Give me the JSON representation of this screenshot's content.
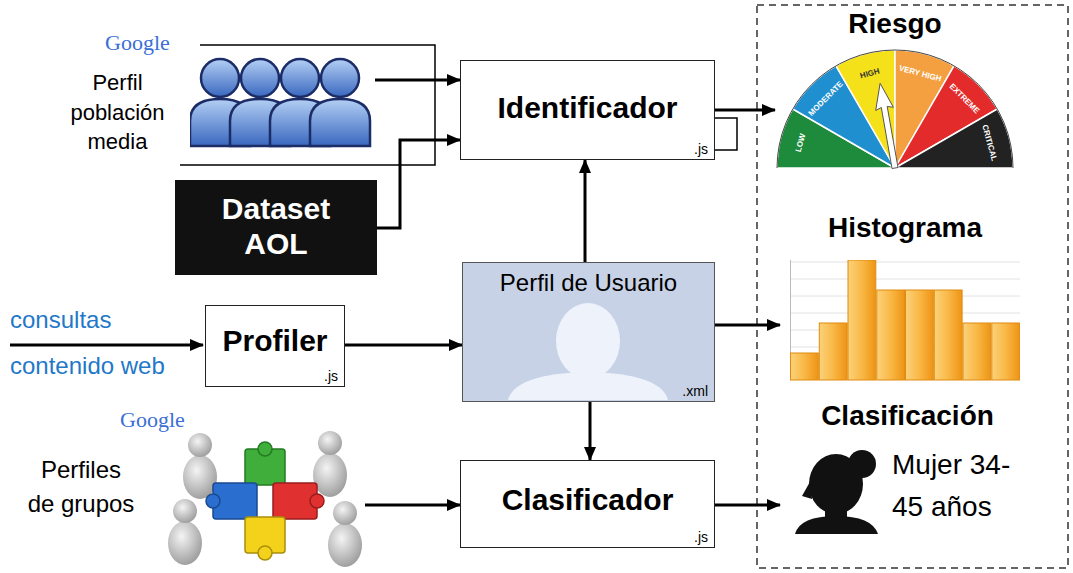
{
  "diagram": {
    "nodes": [
      {
        "text": [
          "Google",
          "Perfil población media"
        ]
      },
      {
        "text": [
          "Identificador",
          ".js"
        ]
      },
      {
        "text": [
          "Riesgo"
        ]
      },
      {
        "text": [
          "Dataset AOL"
        ]
      },
      {
        "text": [
          "Histograma"
        ]
      },
      {
        "text": [
          "Profiler",
          ".js"
        ]
      },
      {
        "text": [
          "Perfil de Usuario",
          ".xml"
        ]
      },
      {
        "text": [
          "Clasificación",
          "Mujer 34-45 años"
        ]
      },
      {
        "text": [
          "Google",
          "Perfiles de grupos"
        ]
      },
      {
        "text": [
          "Clasificador",
          ".js"
        ]
      }
    ],
    "edges": [
      {
        "from": 0,
        "to": 1,
        "arrow": "to"
      },
      {
        "from": 3,
        "to": 1,
        "arrow": "to"
      },
      {
        "from": 1,
        "to": 2,
        "arrow": "to"
      },
      {
        "from": 5,
        "to": 6,
        "arrow": "to"
      },
      {
        "from": 6,
        "to": 1,
        "arrow": "to"
      },
      {
        "from": 6,
        "to": 4,
        "arrow": "to"
      },
      {
        "from": 6,
        "to": 9,
        "arrow": "to"
      },
      {
        "from": 8,
        "to": 9,
        "arrow": "to"
      },
      {
        "from": 9,
        "to": 7,
        "arrow": "to"
      }
    ],
    "labels": [
      "consultas",
      "contenido web",
      "LOW",
      "MODERATE",
      "HIGH",
      "VERY HIGH",
      "EXTREME",
      "CRITICAL"
    ]
  }
}
